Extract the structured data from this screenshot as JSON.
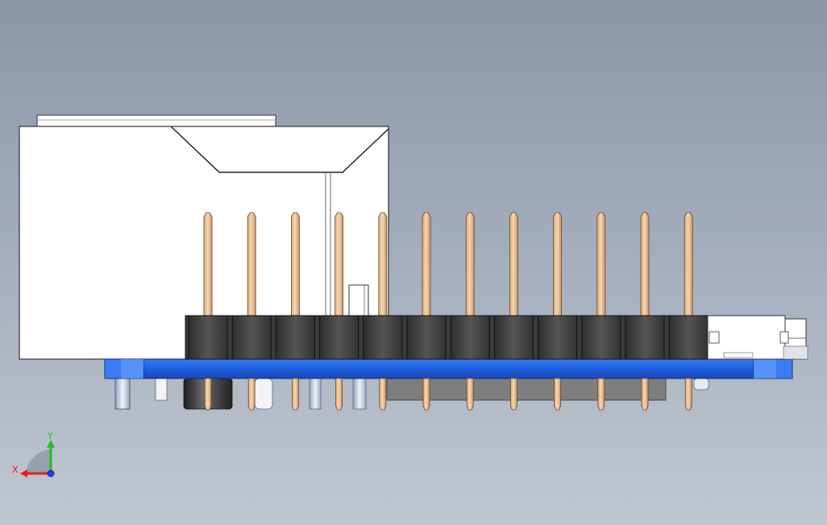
{
  "viewport": {
    "background_top": "#8a96a8",
    "background_bottom": "#c1c7d1"
  },
  "model": {
    "pcb_color": "#1f5fe0",
    "header_pin_count": 12,
    "pin_color": "#f0c89a",
    "header_body_color": "#4a4a4a",
    "connector_color": "#ffffff"
  },
  "triad": {
    "x_label": "X",
    "y_label": "Y",
    "x_color": "#e02020",
    "y_color": "#20c020",
    "z_color": "#2040e0"
  }
}
